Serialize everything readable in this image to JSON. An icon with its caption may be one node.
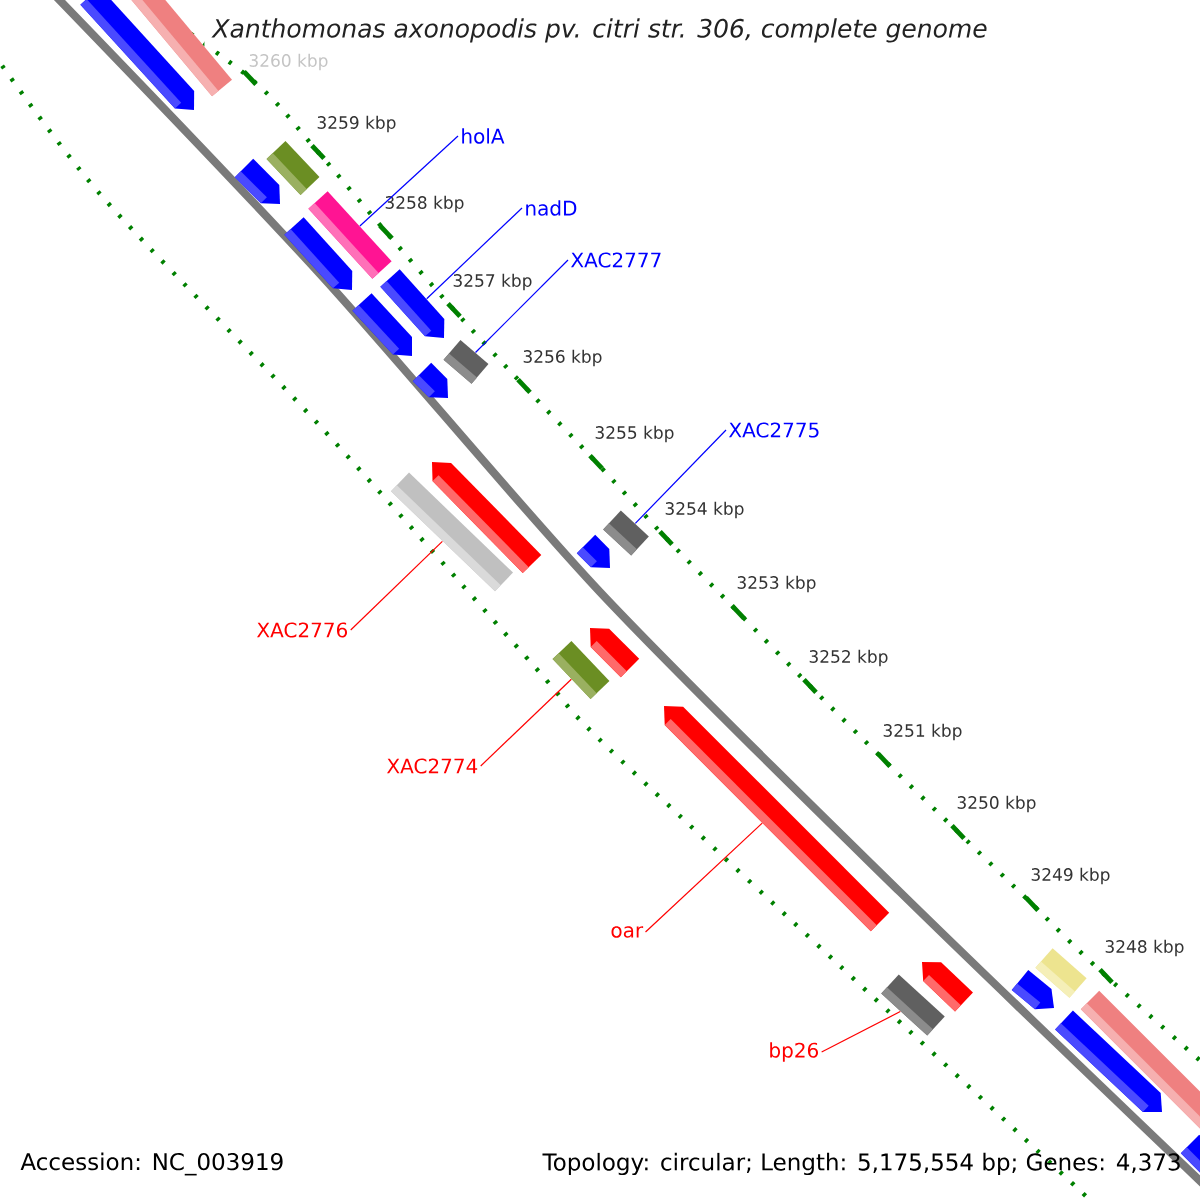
{
  "diagram": {
    "title": "Xanthomonas axonopodis pv. citri str. 306, complete genome",
    "nodes": [
      {
        "text": [
          "holA"
        ]
      },
      {
        "text": [],
        "shape": "bar"
      },
      {
        "text": [
          "nadD"
        ]
      },
      {
        "text": [],
        "shape": "pentagon"
      },
      {
        "text": [
          "XAC2777"
        ]
      },
      {
        "text": [],
        "shape": "bar"
      },
      {
        "text": [
          "XAC2775"
        ]
      },
      {
        "text": [],
        "shape": "bar"
      },
      {
        "text": [
          "XAC2776"
        ]
      },
      {
        "text": [],
        "shape": "bar"
      },
      {
        "text": [
          "XAC2774"
        ]
      },
      {
        "text": [],
        "shape": "bar"
      },
      {
        "text": [
          "oar"
        ]
      },
      {
        "text": [],
        "shape": "pentagon"
      },
      {
        "text": [
          "bp26"
        ]
      },
      {
        "text": [],
        "shape": "bar"
      },
      {
        "text": [],
        "shape": "bar"
      },
      {
        "text": [],
        "shape": "pentagon"
      },
      {
        "text": [],
        "shape": "bar"
      },
      {
        "text": [],
        "shape": "pentagon"
      },
      {
        "text": [],
        "shape": "pentagon"
      },
      {
        "text": [],
        "shape": "pentagon"
      },
      {
        "text": [],
        "shape": "pentagon"
      },
      {
        "text": [],
        "shape": "pentagon"
      },
      {
        "text": [],
        "shape": "pentagon"
      },
      {
        "text": [],
        "shape": "pentagon"
      },
      {
        "text": [],
        "shape": "pentagon"
      },
      {
        "text": [],
        "shape": "bar"
      },
      {
        "text": [],
        "shape": "pentagon"
      },
      {
        "text": [],
        "shape": "bar"
      },
      {
        "text": [],
        "shape": "pentagon"
      },
      {
        "text": [],
        "shape": "pentagon"
      }
    ],
    "edges": [
      {
        "from": 0,
        "to": 1,
        "arrow": "none",
        "color": "#0000ff"
      },
      {
        "from": 2,
        "to": 3,
        "arrow": "none",
        "color": "#0000ff"
      },
      {
        "from": 4,
        "to": 5,
        "arrow": "none",
        "color": "#0000ff"
      },
      {
        "from": 6,
        "to": 7,
        "arrow": "none",
        "color": "#0000ff"
      },
      {
        "from": 8,
        "to": 9,
        "arrow": "none",
        "color": "#ff0000"
      },
      {
        "from": 10,
        "to": 11,
        "arrow": "none",
        "color": "#ff0000"
      },
      {
        "from": 12,
        "to": 13,
        "arrow": "none",
        "color": "#ff0000"
      },
      {
        "from": 14,
        "to": 15,
        "arrow": "none",
        "color": "#ff0000"
      }
    ],
    "labels": [
      "3260 kbp",
      "3259 kbp",
      "3258 kbp",
      "3257 kbp",
      "3256 kbp",
      "3255 kbp",
      "3254 kbp",
      "3253 kbp",
      "3252 kbp",
      "3251 kbp",
      "3250 kbp",
      "3249 kbp",
      "3248 kbp",
      "Accession: NC_003919",
      "Topology: circular; Length: 5,175,554 bp; Genes: 4,373"
    ]
  }
}
